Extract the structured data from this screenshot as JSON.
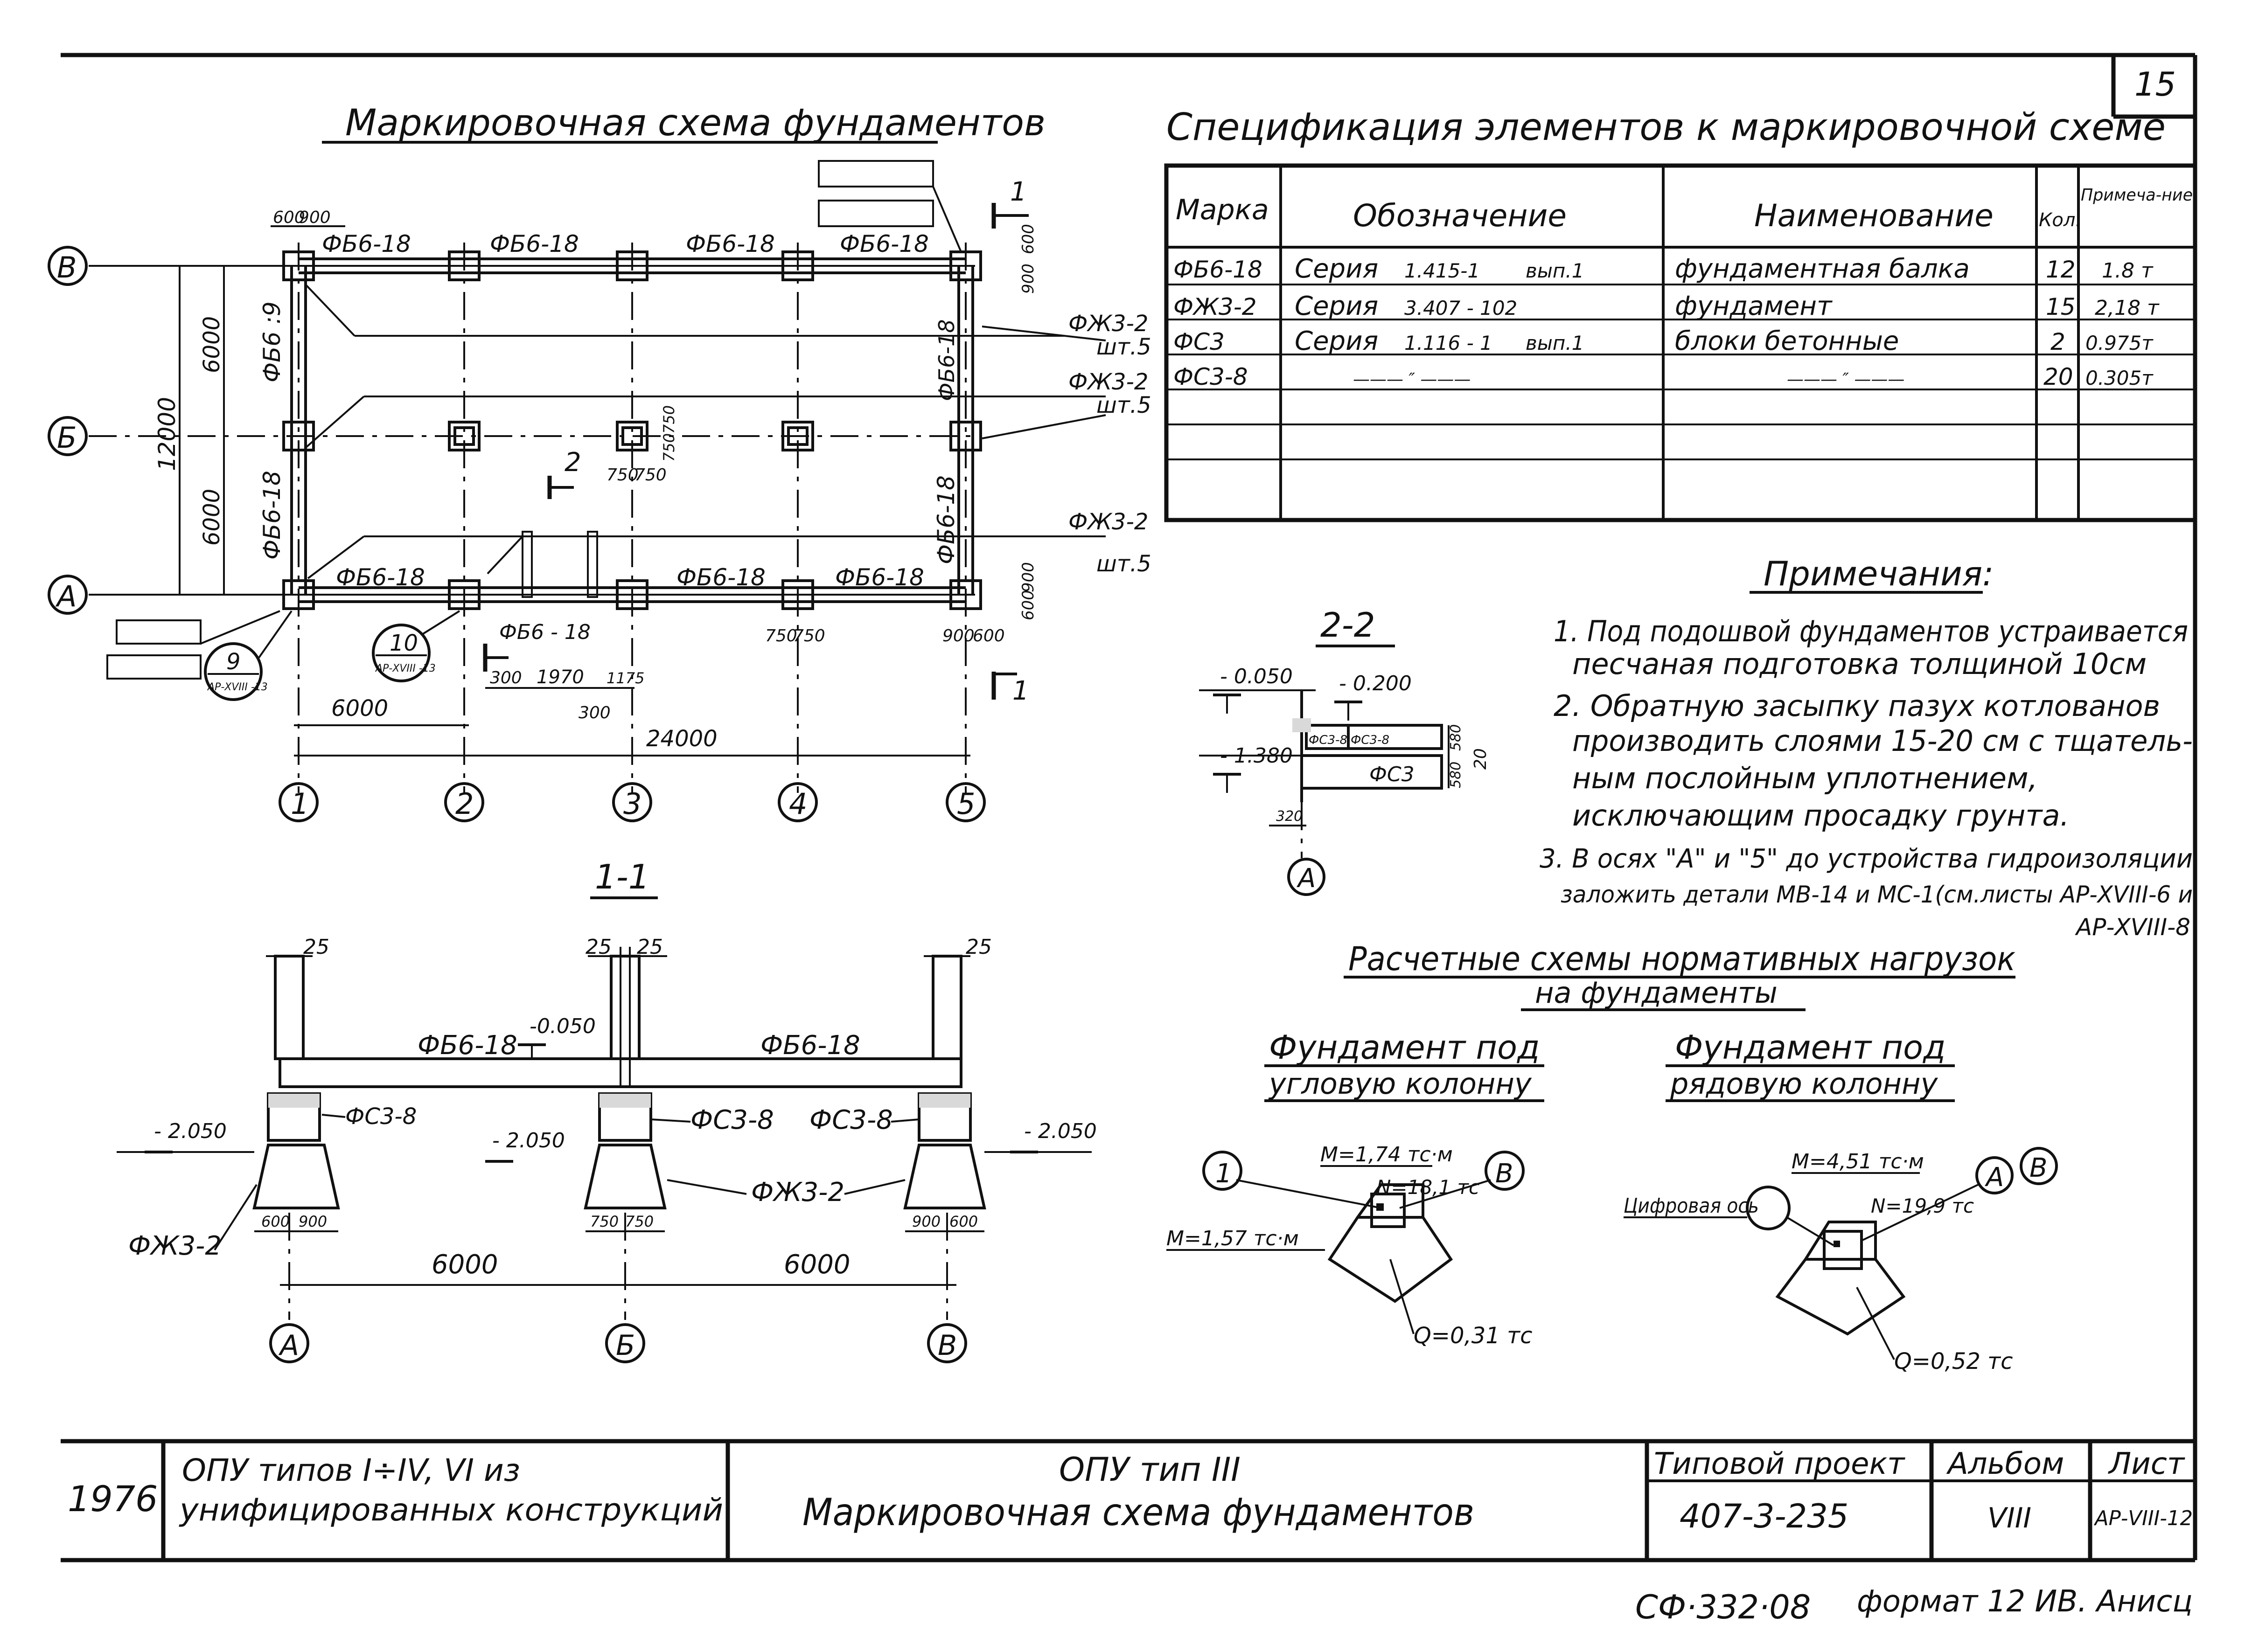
{
  "sheet": {
    "number": "15",
    "plan_title": "Маркировочная схема фундаментов",
    "spec_title": "Спецификация элементов к маркировочной схеме"
  },
  "plan": {
    "axes_rows": [
      "В",
      "Б",
      "А"
    ],
    "axes_cols": [
      "1",
      "2",
      "3",
      "4",
      "5"
    ],
    "beam_top": [
      "ФБ6-18",
      "ФБ6-18",
      "ФБ6-18",
      "ФБ6-18"
    ],
    "beam_bottom": [
      "ФБ6-18",
      "ФБ6-18",
      "ФБ6-18"
    ],
    "beam_left_top": "ФБ6 :9",
    "beam_left_bottom": "ФБ6-18",
    "beam_right_top": "ФБ6-18",
    "beam_right_bottom": "ФБ6-18",
    "beam_bottom_small": "ФБ6 - 18",
    "found_labels": [
      {
        "mark": "ФЖ3-2",
        "qty": "шт.5"
      },
      {
        "mark": "ФЖ3-2",
        "qty": "шт.5"
      },
      {
        "mark": "ФЖ3-2",
        "qty": "шт.5"
      }
    ],
    "dims": {
      "top_a": "600",
      "top_b": "900",
      "right_top_a": "900",
      "right_top_b": "600",
      "left_upper": "6000",
      "left_lower": "6000",
      "left_total": "12000",
      "col_w1": "750",
      "col_w2": "750",
      "col_h1": "750",
      "col_h2": "750",
      "bot_4a": "750",
      "bot_4b": "750",
      "bot_5a": "900",
      "bot_5b": "600",
      "right_bot_a": "600",
      "right_bot_b": "900",
      "d300a": "300",
      "d1970": "1970",
      "d1175": "1175",
      "d300b": "300",
      "span1": "6000",
      "total": "24000"
    },
    "section_2": "2",
    "section_1": "1",
    "callout_9": {
      "num": "9",
      "ref": "АР-XVIII -13"
    },
    "callout_10": {
      "num": "10",
      "ref": "АР-XVIII -13"
    }
  },
  "section_22": {
    "title": "2-2",
    "elev_top": "- 0.050",
    "elev_mid": "- 0.200",
    "elev_bot": "- 1.380",
    "blocks_top": [
      "ФС3-8",
      "ФС3-8"
    ],
    "block_bottom": "ФС3",
    "dim_580a": "580",
    "dim_580b": "580",
    "dim_20": "20",
    "dim_320": "320",
    "axis": "А"
  },
  "section_11": {
    "title": "1-1",
    "dims_top": [
      "25",
      "25",
      "25",
      "25"
    ],
    "beams": [
      "ФБ6-18",
      "ФБ6-18"
    ],
    "elev_beam": "-0.050",
    "elev_left": "- 2.050",
    "elev_mid": "- 2.050",
    "elev_right": "- 2.050",
    "blocks": [
      "ФС3-8",
      "ФС3-8",
      "ФС3-8"
    ],
    "found_left": "ФЖ3-2",
    "found_mid": "ФЖ3-2",
    "foot_dims": [
      "600",
      "900",
      "750",
      "750",
      "900",
      "600"
    ],
    "spans": [
      "6000",
      "6000"
    ],
    "axes": [
      "А",
      "Б",
      "В"
    ]
  },
  "spec": {
    "headers": [
      "Марка",
      "Обозначение",
      "Наименование",
      "Кол.",
      "Примеча-ние"
    ],
    "rows": [
      {
        "mark": "ФБ6-18",
        "series": "Серия",
        "code": "1.415-1",
        "issue": "вып.1",
        "name": "фундаментная балка",
        "qty": "12",
        "note": "1.8 т"
      },
      {
        "mark": "ФЖ3-2",
        "series": "Серия",
        "code": "3.407 - 102",
        "issue": "",
        "name": "фундамент",
        "qty": "15",
        "note": "2,18 т"
      },
      {
        "mark": "ФС3",
        "series": "Серия",
        "code": "1.116 - 1",
        "issue": "вып.1",
        "name": "блоки бетонные",
        "qty": "2",
        "note": "0.975т"
      },
      {
        "mark": "ФС3-8",
        "series": "——— ″ ———",
        "code": "",
        "issue": "",
        "name": "——— ″ ———",
        "qty": "20",
        "note": "0.305т"
      }
    ]
  },
  "notes": {
    "title": "Примечания:",
    "lines": [
      "1. Под   подошвой фундаментов устраивается",
      "песчаная подготовка толщиной 10см",
      "2. Обратную засыпку пазух котлованов",
      "производить слоями 15-20 см с тщатель-",
      "ным послойным уплотнением,",
      "исключающим просадку грунта.",
      "3. В осях \"А\" и \"5\" до устройства гидроизоляции",
      "заложить детали МВ-14 и МС-1(см.листы АР-XVIII-6 и",
      "АР-XVIII-8"
    ]
  },
  "loads": {
    "title": "Расчетные схемы нормативных нагрузок",
    "subtitle": "на фундаменты",
    "corner_title": [
      "Фундамент под",
      "угловую колонну"
    ],
    "row_title": [
      "Фундамент под",
      "рядовую колонну"
    ],
    "corner": {
      "axis1": "1",
      "axis2": "В",
      "m1": "М=1,74 тс·м",
      "n": "N=18,1 тс",
      "m2": "М=1,57 тс·м",
      "q": "Q=0,31 тс"
    },
    "row": {
      "digital_axis": "Цифровая ось",
      "axis_a": "А",
      "axis_b": "В",
      "m": "М=4,51 тс·м",
      "n": "N=19,9 тс",
      "q": "Q=0,52 тс"
    }
  },
  "title_block": {
    "year": "1976",
    "left_line1": "ОПУ типов I÷IV, VI   из",
    "left_line2": "унифицированных конструкций",
    "center_line1": "ОПУ тип III",
    "center_line2": "Маркировочная схема фундаментов",
    "project_label": "Типовой проект",
    "project_num": "407-3-235",
    "album_label": "Альбом",
    "album_num": "VIII",
    "sheet_label": "Лист",
    "sheet_num": "АР-VIII-12"
  },
  "footer": {
    "code": "СФ·332·08",
    "format": "формат 12 ИВ. Анисц"
  }
}
